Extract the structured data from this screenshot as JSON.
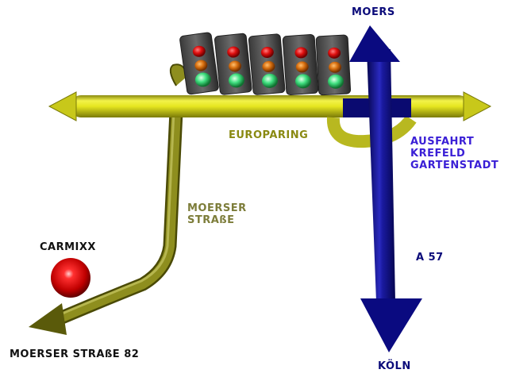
{
  "title": "Anfahrt Carmixx",
  "labels": {
    "moers": "MOERS",
    "koeln": "KÖLN",
    "a57": "A 57",
    "exit_line1": "AUSFAHRT",
    "exit_line2": "KREFELD",
    "exit_line3": "GARTENSTADT",
    "europaring": "EUROPARING",
    "moerser_line1": "MOERSER",
    "moerser_line2": "STRAßE",
    "carmixx": "CARMIXX",
    "address": "MOERSER STRAßE 82"
  },
  "traffic_lights": {
    "count": 5,
    "lamps": [
      "red",
      "amber",
      "green"
    ]
  },
  "colors": {
    "highway": "#0a0a80",
    "ring_road": "#d8d81a",
    "side_street": "#6e6e12",
    "marker": "#e01010",
    "label_navy": "#0b0b7a",
    "label_exit": "#3a1fd6",
    "label_olive": "#8a8a12"
  }
}
